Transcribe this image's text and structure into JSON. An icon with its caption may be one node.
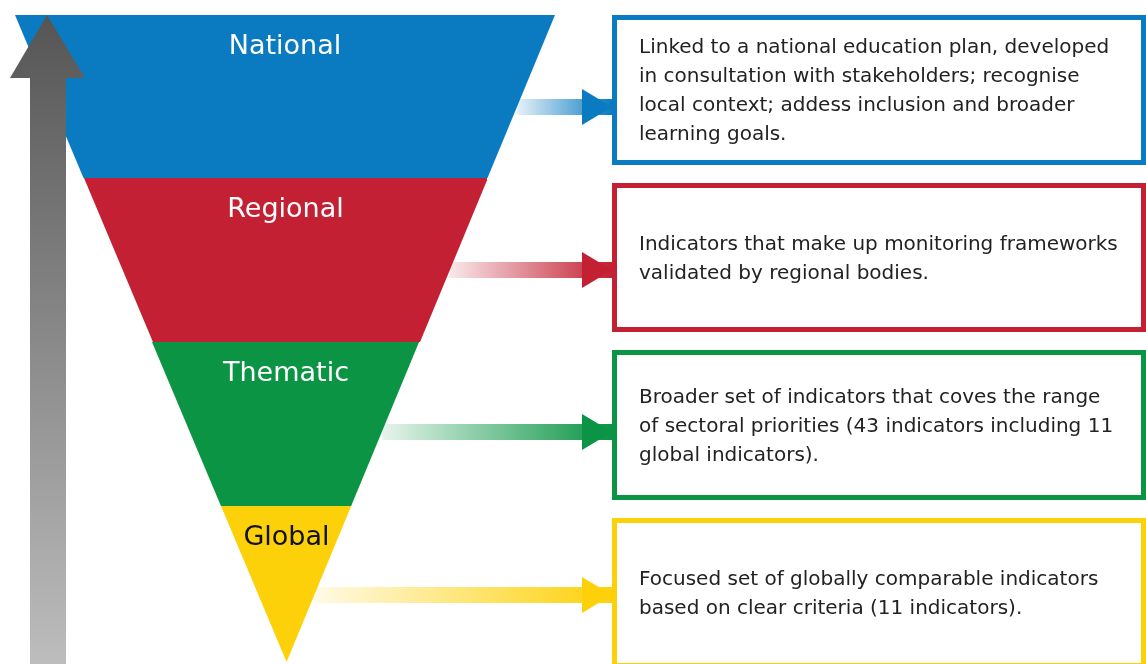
{
  "diagram": {
    "nodes": [
      {
        "text": [
          "National"
        ]
      },
      {
        "text": [
          "Regional"
        ]
      },
      {
        "text": [
          "Thematic"
        ]
      },
      {
        "text": [
          "Global"
        ]
      },
      {
        "text": [
          "Linked to a national education plan, developed in consultation with stakeholders; recognise local context; addess inclusion and broader learning goals."
        ]
      },
      {
        "text": [
          "Indicators that make up monitoring frameworks validated by regional bodies."
        ]
      },
      {
        "text": [
          "Broader set of indicators that coves the range of sectoral priorities (43 indicators including 11 global indicators)."
        ]
      },
      {
        "text": [
          "Focused set of globally comparable indicators based on clear criteria (11 indicators)."
        ]
      }
    ],
    "edges": [
      {
        "from": 0,
        "to": 4,
        "arrow": "to",
        "color": "#0a7bc1"
      },
      {
        "from": 1,
        "to": 5,
        "arrow": "to",
        "color": "#c32033"
      },
      {
        "from": 2,
        "to": 6,
        "arrow": "to",
        "color": "#0a9444"
      },
      {
        "from": 3,
        "to": 7,
        "arrow": "to",
        "color": "#fdd10a"
      }
    ]
  }
}
